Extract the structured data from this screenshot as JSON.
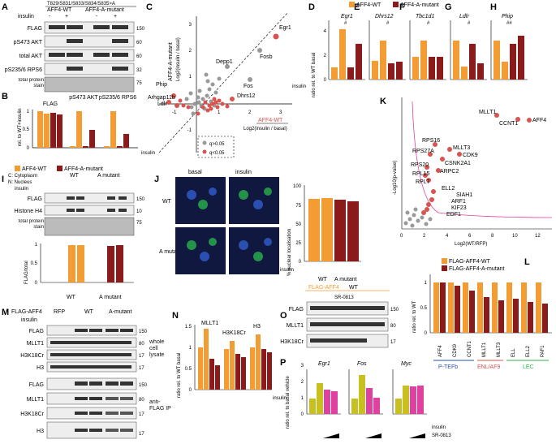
{
  "panels": {
    "A": "A",
    "B": "B",
    "C": "C",
    "D": "D",
    "E": "E",
    "F": "F",
    "G": "G",
    "H": "H",
    "I": "I",
    "J": "J",
    "K": "K",
    "L": "L",
    "M": "M",
    "N": "N",
    "O": "O",
    "P": "P"
  },
  "panelA": {
    "header": "T829/S831/S833/S834/S835>A",
    "col_wt": "AFF4-WT",
    "col_am": "AFF4-A-mutant",
    "insulin": "insulin",
    "signs": [
      "-",
      "+",
      "-",
      "+"
    ],
    "rows": [
      "FLAG",
      "pS473 AKT",
      "total AKT",
      "pS235/6 RPS6",
      "total protein stain"
    ],
    "kda": [
      "150",
      "60",
      "60",
      "32",
      "75"
    ]
  },
  "panelB": {
    "ylabel": "rel. to WT+insulin",
    "groups": [
      "FLAG",
      "pS473 AKT",
      "pS235/6 RPS6"
    ],
    "yticks": [
      "0",
      "0.5",
      "1"
    ],
    "insulin": "insulin",
    "legend_wt": "AFF4-WT",
    "legend_am": "AFF4-A-mutant"
  },
  "panelC": {
    "ylabel_top": "AFF4-A-mutant",
    "ylabel_bot": "Log2(insulin / basal)",
    "xlabel_top": "AFF4-WT",
    "xlabel_bot": "Log2(insulin / basal)",
    "genes": [
      "Egr1",
      "Fosb",
      "Depp1",
      "Fos",
      "Dhrs12",
      "Phip",
      "Arhgap11b",
      "Ldlr"
    ],
    "xticks": [
      "-1",
      "1",
      "2",
      "3"
    ],
    "yticks": [
      "-1",
      "1",
      "2",
      "3"
    ],
    "legend": [
      "q>0.05",
      "q<0.05"
    ]
  },
  "panelDH": {
    "ylabel": "ratio rel. to WT basal",
    "genes": [
      "Egr1",
      "Dhrs12",
      "Tbc1d1",
      "Ldlr",
      "Phip"
    ],
    "sig_top": [
      "#",
      "#",
      "#",
      "#",
      "##"
    ],
    "insulin": "insulin",
    "yticks": [
      "0",
      "2",
      "4"
    ],
    "legend_wt": "AFF4-WT",
    "legend_am": "AFF4-A-mutant"
  },
  "panelI": {
    "legend_c": "C: Cytoplasm",
    "legend_n": "N: Nucleus",
    "col_wt": "WT",
    "col_am": "A mutant",
    "insulin": "insulin",
    "rows": [
      "FLAG",
      "Histone H4",
      "total protein stain"
    ],
    "kda": [
      "150",
      "10",
      "75"
    ],
    "ylabel": "FLAG/total",
    "yticks": [
      "0",
      "0.5",
      "1"
    ],
    "group_wt": "WT",
    "group_am": "A mutant"
  },
  "panelJ": {
    "col_basal": "basal",
    "col_insulin": "insulin",
    "row_wt": "WT",
    "row_am": "A mutant",
    "ylabel": "% nuclear localisation",
    "yticks": [
      "0",
      "25",
      "50",
      "75",
      "100"
    ],
    "insulin": "insulin",
    "group_wt": "WT",
    "group_am": "A mutant"
  },
  "panelK": {
    "ylabel": "-Log10(p-value)",
    "xlabel": "Log2(WT/RFP)",
    "xticks": [
      "0",
      "2",
      "4",
      "6",
      "8",
      "10",
      "12"
    ],
    "proteins": [
      "MLLT1",
      "CCNT1",
      "AFF4",
      "RPS16",
      "MLLT3",
      "CDK9",
      "RPS27A",
      "CSNK2A1",
      "RPS20",
      "ARPC2",
      "RPL15",
      "RPL7",
      "ELL2",
      "SIAH1",
      "ARF1",
      "KIF23",
      "EDF1"
    ]
  },
  "panelL": {
    "ylabel": "ratio rel. to WT",
    "legend_wt": "FLAG-AFF4-WT",
    "legend_am": "FLAG-AFF4-A-mutant",
    "categories": [
      "AFF4",
      "CDK9",
      "CCNT1",
      "MLLT1",
      "MLLT3",
      "ELL",
      "ELL2",
      "PAF1"
    ],
    "groups": [
      "P-TEFb",
      "ENL/AF9",
      "LEC"
    ],
    "yticks": [
      "0",
      "0.5",
      "1"
    ]
  },
  "panelM": {
    "header": "FLAG-AFF4",
    "cols": [
      "RFP",
      "WT",
      "A-mutant"
    ],
    "insulin": "insulin",
    "rows_top": [
      "FLAG",
      "MLLT1",
      "H3K18Cr",
      "H3"
    ],
    "rows_bot": [
      "FLAG",
      "MLLT1",
      "H3K18Cr",
      "H3"
    ],
    "kda_top": [
      "150",
      "80",
      "17",
      "17"
    ],
    "kda_bot": [
      "150",
      "80",
      "17",
      "17"
    ],
    "side_top": "whole cell lysate",
    "side_bot": "anti-FLAG IP"
  },
  "panelN": {
    "ylabel": "ratio rel. to WT basal",
    "groups": [
      "MLLT1",
      "H3K18Cr",
      "H3"
    ],
    "yticks": [
      "0",
      "0.5",
      "1",
      "1.5"
    ],
    "insulin": "insulin"
  },
  "panelO": {
    "header": "FLAG-AFF4",
    "wt": "WT",
    "sr": "SR-0813",
    "rows": [
      "FLAG",
      "MLLT1",
      "H3K18Cr"
    ],
    "kda": [
      "150",
      "80",
      "17"
    ]
  },
  "panelP": {
    "ylabel": "ratio rel. to basal vehicle",
    "genes": [
      "Egr1",
      "Fos",
      "Myc"
    ],
    "yticks": [
      "0",
      "1",
      "2",
      "3"
    ],
    "insulin": "insulin",
    "sr": "SR-0813"
  },
  "colors": {
    "wt": "#f39c34",
    "am": "#8b1a1a",
    "grey": "#999999",
    "red": "#d9534f",
    "green": "#2bb24c",
    "blue": "#2a4fb0",
    "magenta": "#e040a0",
    "yellow": "#c8c020"
  }
}
